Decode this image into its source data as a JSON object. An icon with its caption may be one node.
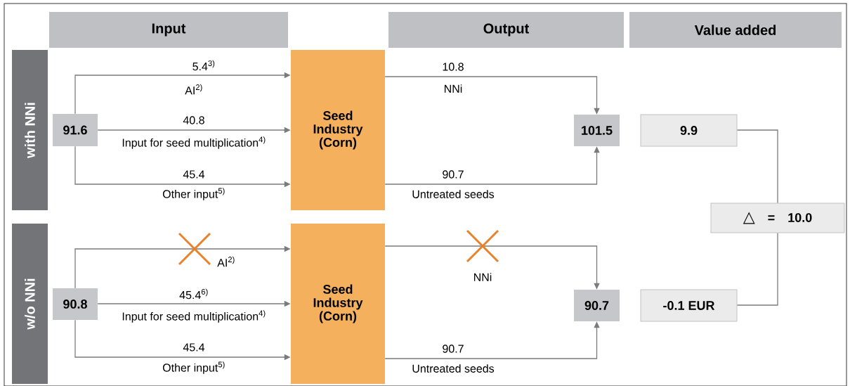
{
  "diagram": {
    "nodes": [
      {
        "text": [
          "Input"
        ]
      },
      {
        "text": [
          "Output"
        ]
      },
      {
        "text": [
          "Value added"
        ]
      },
      {
        "text": [
          "with NNi"
        ]
      },
      {
        "text": [
          "w/o NNi"
        ]
      },
      {
        "text": [
          "91.6"
        ]
      },
      {
        "text": [
          "Seed Industry (Corn)"
        ]
      },
      {
        "text": [
          "101.5"
        ]
      },
      {
        "text": [
          "9.9"
        ]
      },
      {
        "text": [
          "△",
          "=",
          "10.0"
        ]
      },
      {
        "text": [
          "90.8"
        ]
      },
      {
        "text": [
          "Seed Industry (Corn)"
        ]
      },
      {
        "text": [
          "90.7"
        ]
      },
      {
        "text": [
          "-0.1 EUR"
        ]
      }
    ],
    "edges": [
      {
        "from": 5,
        "to": 6,
        "arrow": "to",
        "label": "5.4$^{3)}$"
      },
      {
        "from": 5,
        "to": 6,
        "arrow": "to",
        "label": "40.8"
      },
      {
        "from": 5,
        "to": 6,
        "arrow": "to",
        "label": "45.4"
      },
      {
        "from": 6,
        "to": 7,
        "arrow": "to",
        "label": "10.8"
      },
      {
        "from": 6,
        "to": 7,
        "arrow": "to",
        "label": "90.7"
      },
      {
        "from": 10,
        "to": 11,
        "arrow": "to"
      },
      {
        "from": 10,
        "to": 11,
        "arrow": "to",
        "label": "45.4$^{6)}$"
      },
      {
        "from": 10,
        "to": 11,
        "arrow": "to",
        "label": "45.4"
      },
      {
        "from": 11,
        "to": 12,
        "arrow": "to"
      },
      {
        "from": 11,
        "to": 12,
        "arrow": "to",
        "label": "90.7"
      },
      {
        "from": 8,
        "to": 9,
        "arrow": "none"
      },
      {
        "from": 13,
        "to": 9,
        "arrow": "none"
      }
    ],
    "labels": [
      "AI$^{2)}$",
      "Input for seed multiplication$^{4)}$",
      "Other input$^{5)}$",
      "NNi",
      "Untreated seeds",
      "AI$^{2)}$",
      "Input for seed multiplication$^{4)}$",
      "Other input$^{5)}$",
      "NNi",
      "Untreated seeds"
    ]
  }
}
